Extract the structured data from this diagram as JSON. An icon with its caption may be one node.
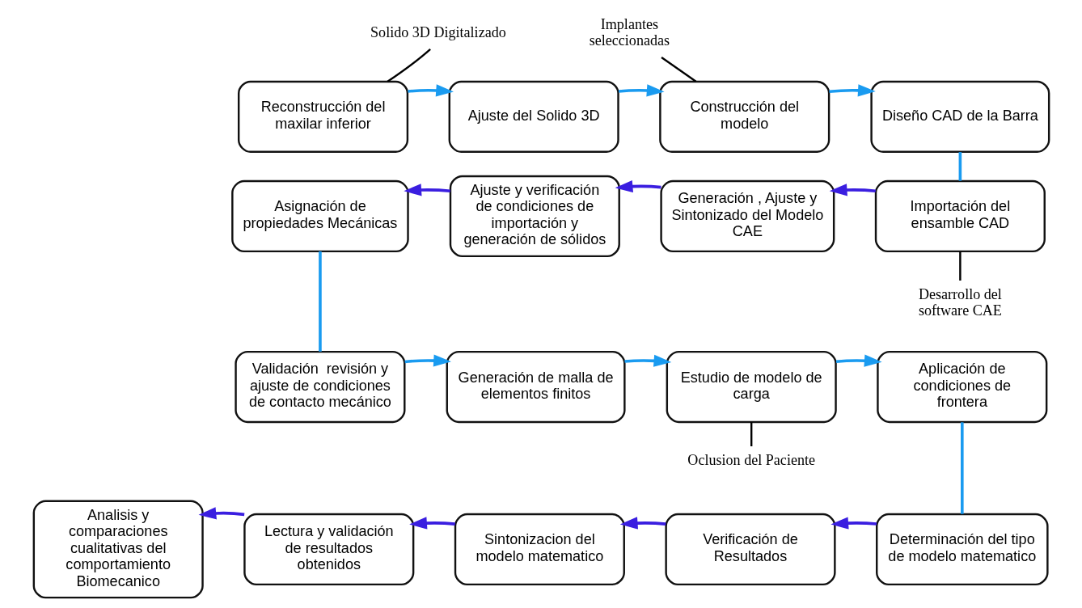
{
  "diagram": {
    "nodes": [
      {
        "text": [
          "Solido 3D Digitalizado"
        ]
      },
      {
        "text": [
          "Reconstrucción del maxilar inferior"
        ]
      },
      {
        "text": [
          "Ajuste del Solido 3D"
        ]
      },
      {
        "text": [
          "Implantes seleccionadas"
        ]
      },
      {
        "text": [
          "Construcción del modelo"
        ]
      },
      {
        "text": [
          "Diseño CAD de la Barra"
        ]
      },
      {
        "text": [
          "Importación del ensamble CAD"
        ]
      },
      {
        "text": [
          "Desarrollo del software CAE"
        ]
      },
      {
        "text": [
          "Generación , Ajuste y Sintonizado del Modelo CAE"
        ]
      },
      {
        "text": [
          "Ajuste y verificación de condiciones de importación y generación de sólidos"
        ]
      },
      {
        "text": [
          "Asignación de propiedades Mecánicas"
        ]
      },
      {
        "text": [
          "Validación  revisión y ajuste de condiciones de contacto mecánico"
        ]
      },
      {
        "text": [
          "Generación de malla de elementos finitos"
        ]
      },
      {
        "text": [
          "Estudio de modelo de carga"
        ]
      },
      {
        "text": [
          "Oclusion del Paciente"
        ]
      },
      {
        "text": [
          "Aplicación de condiciones de frontera"
        ]
      },
      {
        "text": [
          "Determinación del tipo de modelo matematico"
        ]
      },
      {
        "text": [
          "Verificación de Resultados"
        ]
      },
      {
        "text": [
          "Sintonizacion del modelo matematico"
        ]
      },
      {
        "text": [
          "Lectura y validación de resultados obtenidos"
        ]
      },
      {
        "text": [
          "Analisis y comparaciones cualitativas del comportamiento Biomecanico"
        ]
      }
    ],
    "edges": [
      {
        "from": 0,
        "to": 1,
        "arrow": "none",
        "color": "#000000"
      },
      {
        "from": 1,
        "to": 2,
        "arrow": "to"
      },
      {
        "from": 2,
        "to": 4,
        "arrow": "to"
      },
      {
        "from": 3,
        "to": 4,
        "arrow": "none",
        "color": "#000000"
      },
      {
        "from": 4,
        "to": 5,
        "arrow": "to"
      },
      {
        "from": 5,
        "to": 6,
        "arrow": "none"
      },
      {
        "from": 7,
        "to": 6,
        "arrow": "none",
        "color": "#000000"
      },
      {
        "from": 6,
        "to": 8,
        "arrow": "to",
        "color": "#3a1ee0"
      },
      {
        "from": 8,
        "to": 9,
        "arrow": "to",
        "color": "#3a1ee0"
      },
      {
        "from": 9,
        "to": 10,
        "arrow": "to",
        "color": "#3a1ee0"
      },
      {
        "from": 10,
        "to": 11,
        "arrow": "none"
      },
      {
        "from": 11,
        "to": 12,
        "arrow": "to"
      },
      {
        "from": 12,
        "to": 13,
        "arrow": "to"
      },
      {
        "from": 14,
        "to": 13,
        "arrow": "none",
        "color": "#000000"
      },
      {
        "from": 13,
        "to": 15,
        "arrow": "to"
      },
      {
        "from": 15,
        "to": 16,
        "arrow": "none"
      },
      {
        "from": 16,
        "to": 17,
        "arrow": "to",
        "color": "#3a1ee0"
      },
      {
        "from": 17,
        "to": 18,
        "arrow": "to",
        "color": "#3a1ee0"
      },
      {
        "from": 18,
        "to": 19,
        "arrow": "to",
        "color": "#3a1ee0"
      },
      {
        "from": 19,
        "to": 20,
        "arrow": "to",
        "color": "#3a1ee0"
      }
    ]
  }
}
